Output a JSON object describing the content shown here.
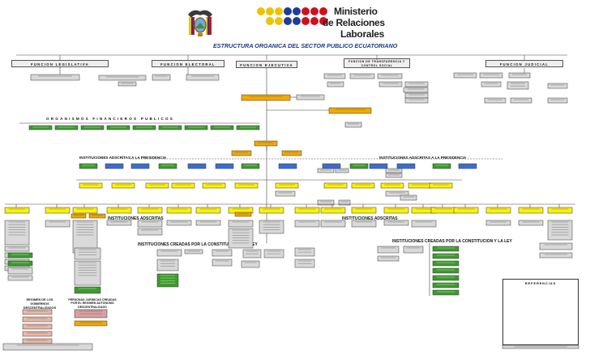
{
  "header": {
    "ministerio_line1": "Ministerio",
    "ministerio_line2": "de Relaciones",
    "ministerio_line3": "Laborales",
    "chart_title": "ESTRUCTURA ORGANICA DEL SECTOR PUBLICO ECUATORIANO",
    "logo_dot_colors": [
      "#f2c200",
      "#f2c200",
      "#f2c200",
      "#1f3c9a",
      "#1f3c9a",
      "#1f3c9a",
      "#d0101e",
      "#d0101e",
      "#d0101e"
    ]
  },
  "functions": {
    "legislativa": "FUNCION LEGISLATIVA",
    "electoral": "FUNCION ELECTORAL",
    "ejecutiva": "FUNCION EJECUTIVA",
    "transparencia": "FUNCION DE TRANSPARENCIA Y CONTROL SOCIAL",
    "judicial": "FUNCION JUDICIAL"
  },
  "sections": {
    "organismos": "ORGANISMOS FINANCIEROS PUBLICOS",
    "adscritas_left": "INSTITUCIONES ADSCRITAS A LA PRESIDENCIA",
    "adscritas_right": "INSTITUCIONES ADSCRITAS A LA PRESIDENCIA",
    "adscritas_mid": "INSTITUCIONES ADSCRITAS",
    "adscritas_mid2": "INSTITUCIONES ADSCRITAS",
    "creadas_center": "INSTITUCIONES CREADAS POR LA CONSTITUCION Y LA LEY",
    "creadas_right": "INSTITUCIONES CREADAS POR LA CONSTITUCION Y LA LEY",
    "gad": "REGIMEN DE LOS GOBIERNOS DESCENTRALIZADOS",
    "personas": "PERSONAS JURIDICAS CREADAS POR EL REGIMEN AUTONOMO DESCENTRALIZADO"
  },
  "legend": {
    "title": "REFERENCIAS"
  },
  "colors": {
    "gray_box": "#d9d9d9",
    "green_box": "#3d9b2e",
    "orange_box": "#f2a900",
    "yellow_box": "#fff200",
    "line": "#444444",
    "title_blue": "#1a3a8a"
  }
}
